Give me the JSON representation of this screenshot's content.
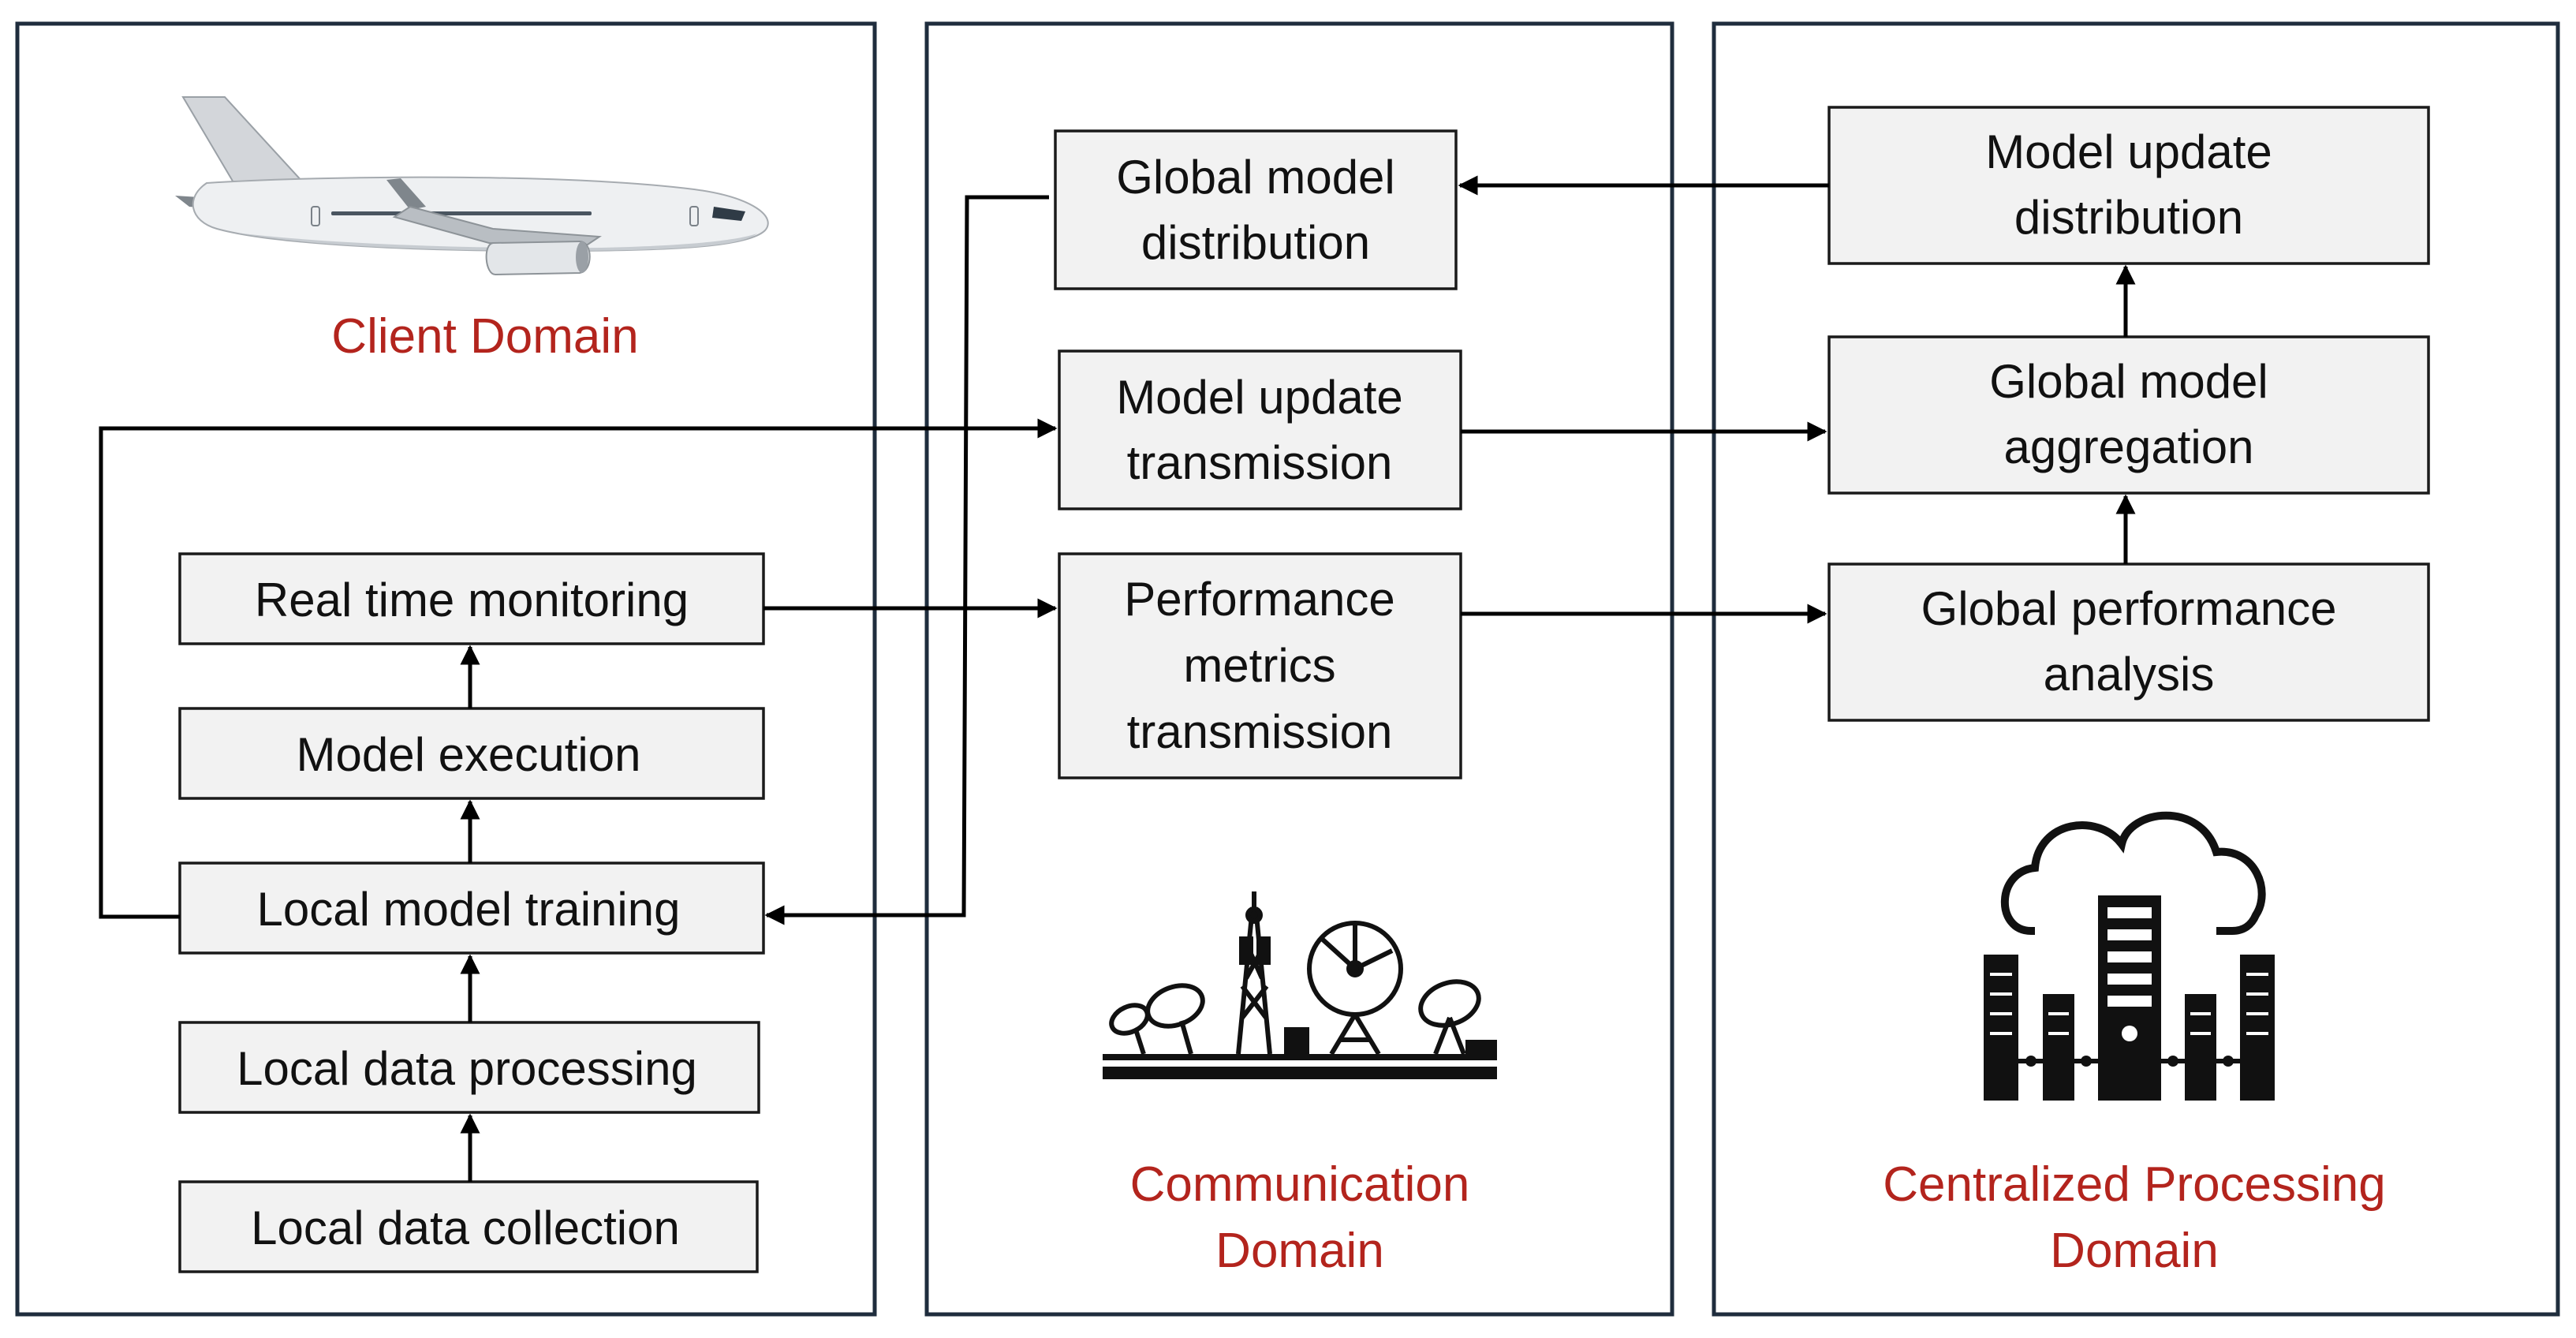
{
  "domains": {
    "client": "Client Domain",
    "communication": [
      "Communication",
      "Domain"
    ],
    "centralized": [
      "Centralized Processing",
      "Domain"
    ]
  },
  "client_boxes": {
    "real_time_monitoring": "Real time monitoring",
    "model_execution": "Model execution",
    "local_model_training": "Local model training",
    "local_data_processing": "Local data processing",
    "local_data_collection": "Local data collection"
  },
  "communication_boxes": {
    "global_model_distribution": [
      "Global model",
      "distribution"
    ],
    "model_update_transmission": [
      "Model update",
      "transmission"
    ],
    "performance_metrics_transmission": [
      "Performance",
      "metrics",
      "transmission"
    ]
  },
  "central_boxes": {
    "model_update_distribution": [
      "Model update",
      "distribution"
    ],
    "global_model_aggregation": [
      "Global model",
      "aggregation"
    ],
    "global_performance_analysis": [
      "Global performance",
      "analysis"
    ]
  },
  "colors": {
    "domain_label": "#b3241d",
    "box_fill": "#f2f2f2",
    "panel_border": "#1f2d3d"
  },
  "icons": [
    "airplane-icon",
    "antenna-towers-icon",
    "cloud-servers-icon"
  ]
}
